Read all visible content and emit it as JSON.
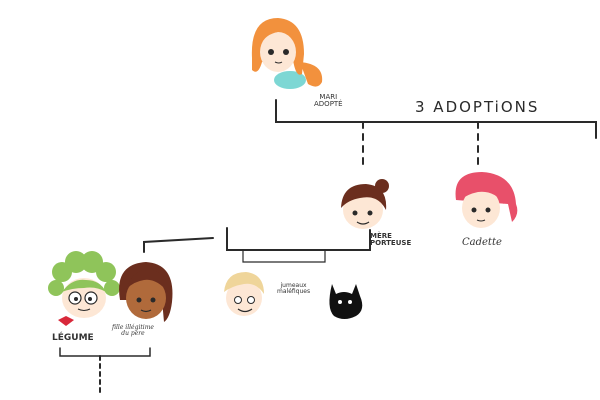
{
  "diagram": {
    "headline": "3 ADOPTiONS",
    "top_person": {
      "label_line1": "MARI",
      "label_line2": "ADOPTÉ"
    },
    "second_person": {
      "label_line1": "MÈRE",
      "label_line2": "PORTEUSE"
    },
    "third_person": {
      "label": "Cadette"
    },
    "twins": {
      "label_line1": "jumeaux",
      "label_line2": "maléfiques"
    },
    "legume": {
      "label": "LÉGUME"
    },
    "daughter": {
      "label_line1": "fille illégitime",
      "label_line2": "du père"
    }
  },
  "colors": {
    "line": "#2a2a2a",
    "orange_hair": "#f2913d",
    "teal_shirt": "#7dd7d4",
    "dark_brown_hair": "#6b2e1e",
    "pink_hair": "#e8506a",
    "green_hair": "#8fc45a",
    "brown_skin": "#b06a3b",
    "blonde_hair": "#efd59a",
    "black_creature": "#111111"
  }
}
